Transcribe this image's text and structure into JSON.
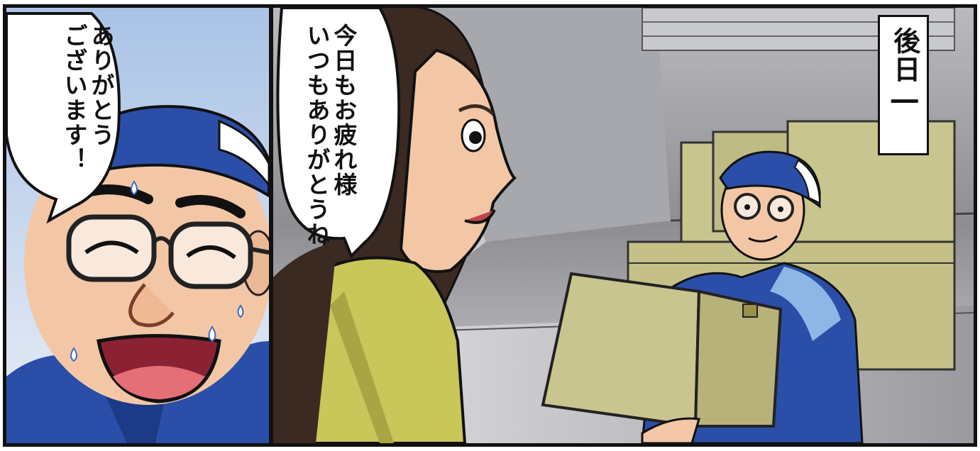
{
  "panels": [
    {
      "speech": {
        "lines": [
          "ありがとう",
          "ございます！"
        ]
      }
    },
    {
      "speech": {
        "lines": [
          "今日もお疲れ様",
          "いつもありがとうね"
        ]
      },
      "caption": "後日―"
    }
  ],
  "colors": {
    "uniform_blue": "#2b4fa8",
    "uniform_light_blue": "#8fb7e6",
    "skin": "#f3c7a6",
    "box_khaki": "#c9c58e",
    "jacket_yellow_green": "#c9c65a",
    "hair_brown": "#3a2a22",
    "sky_blue": "#a9c3e6",
    "warehouse_gray": "#8e8e92"
  }
}
